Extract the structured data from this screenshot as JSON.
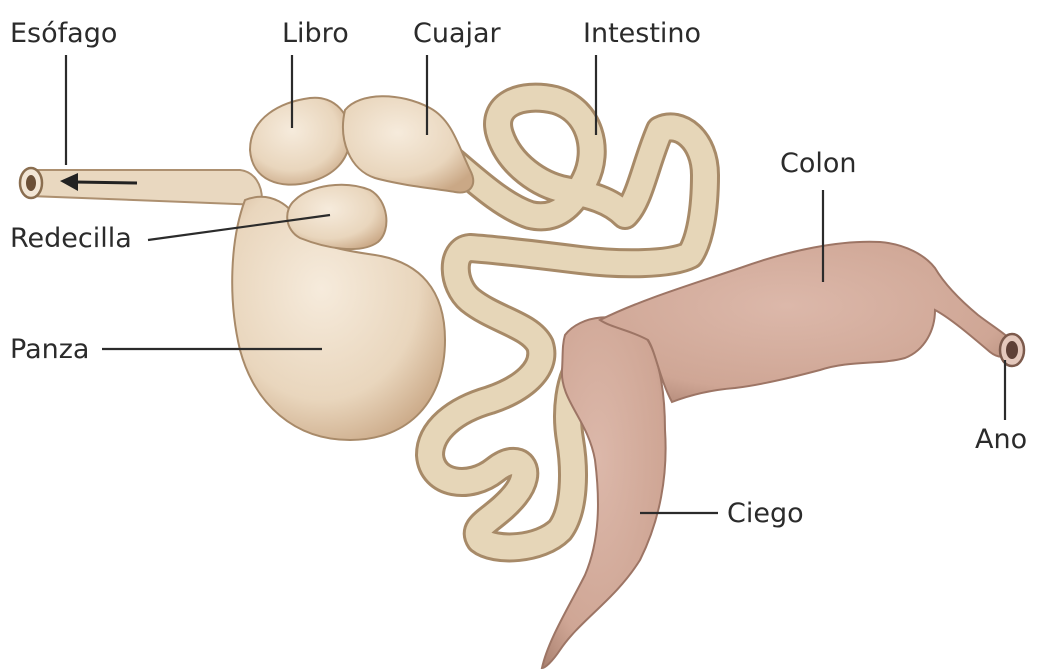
{
  "labels": {
    "esofago": "Esófago",
    "libro": "Libro",
    "cuajar": "Cuajar",
    "intestino": "Intestino",
    "redecilla": "Redecilla",
    "panza": "Panza",
    "colon": "Colon",
    "ciego": "Ciego",
    "ano": "Ano"
  },
  "colors": {
    "stomach": "#ecdcc6",
    "intestine": "#e6d6b8",
    "large_intestine": "#d2aa9a",
    "label_text": "#2b2b2b"
  }
}
